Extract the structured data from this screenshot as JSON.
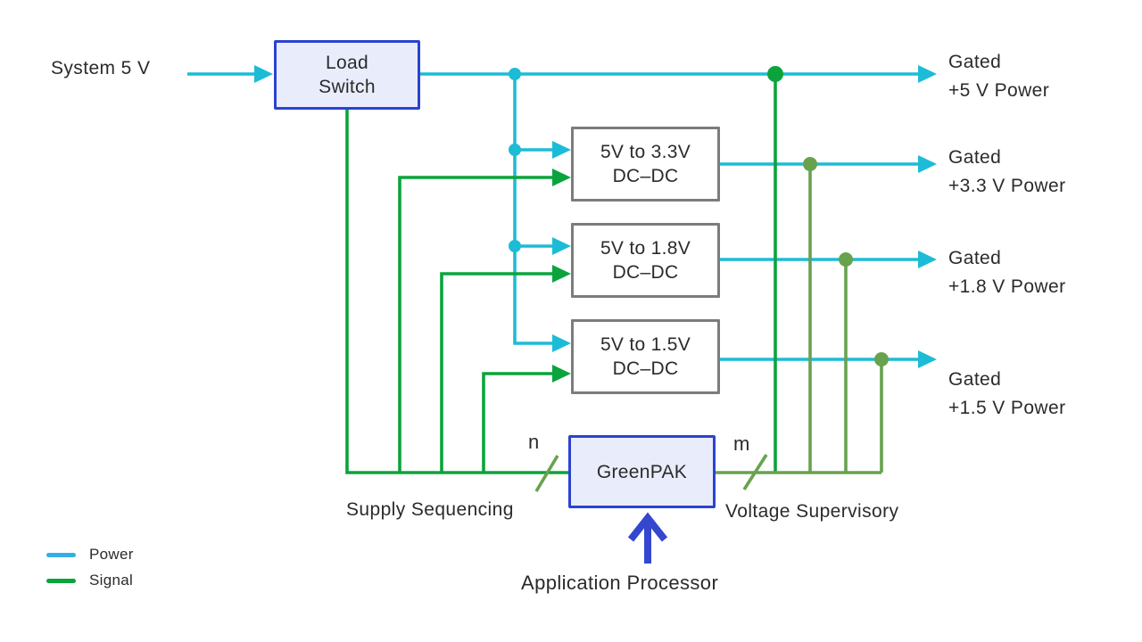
{
  "diagram": {
    "source": {
      "label": "System 5 V"
    },
    "blocks": {
      "load_switch": {
        "line1": "Load",
        "line2": "Switch"
      },
      "dcdc_3v3": {
        "line1": "5V to 3.3V",
        "line2": "DC–DC"
      },
      "dcdc_1v8": {
        "line1": "5V to 1.8V",
        "line2": "DC–DC"
      },
      "dcdc_1v5": {
        "line1": "5V to 1.5V",
        "line2": "DC–DC"
      },
      "greenpak": {
        "label": "GreenPAK"
      }
    },
    "outputs": [
      {
        "line1": "Gated",
        "line2": "+5 V Power"
      },
      {
        "line1": "Gated",
        "line2": "+3.3 V Power"
      },
      {
        "line1": "Gated",
        "line2": "+1.8 V Power"
      },
      {
        "line1": "Gated",
        "line2": "+1.5 V Power"
      }
    ],
    "bus": {
      "n": "n",
      "m": "m"
    },
    "annotations": {
      "supply_sequencing": "Supply Sequencing",
      "voltage_supervisory": "Voltage Supervisory",
      "application_processor": "Application Processor"
    },
    "legend": [
      {
        "label": "Power"
      },
      {
        "label": "Signal"
      }
    ],
    "colors": {
      "power_line": "#1CBCD6",
      "signal_line": "#0BA43C",
      "supervisory_line": "#68A24E",
      "box_border_blue": "#2B43D0",
      "box_fill_blue": "#E9EDFB",
      "box_border_gray": "#7C7C7C",
      "processor_arrow": "#3447CE",
      "legend_power": "#35AFE2",
      "legend_signal": "#0BA43C",
      "text": "#2B2B2B"
    }
  }
}
